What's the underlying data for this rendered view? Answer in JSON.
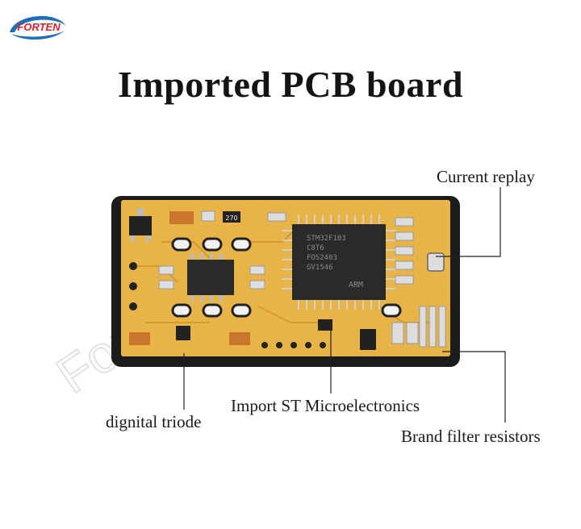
{
  "logo": {
    "text": "FORTEN",
    "colors": {
      "blue": "#1e6fb8",
      "red": "#d8232a"
    }
  },
  "title": "Imported PCB board",
  "labels": {
    "current_replay": "Current replay",
    "import_st": "Import ST Microelectronics",
    "dignital_triode": "dignital triode",
    "brand_filter": "Brand filter resistors"
  },
  "chip": {
    "lines": [
      "STM32F103",
      "C8T6",
      "FOS2403",
      "GV1546"
    ],
    "brand": "ARM"
  },
  "small_chip_mark": "270",
  "watermark": "Forten.com",
  "colors": {
    "pcb": "#e8b347",
    "frame": "#1c1c1c",
    "chip": "#2a2a2a",
    "text": "#1a1a1a"
  }
}
